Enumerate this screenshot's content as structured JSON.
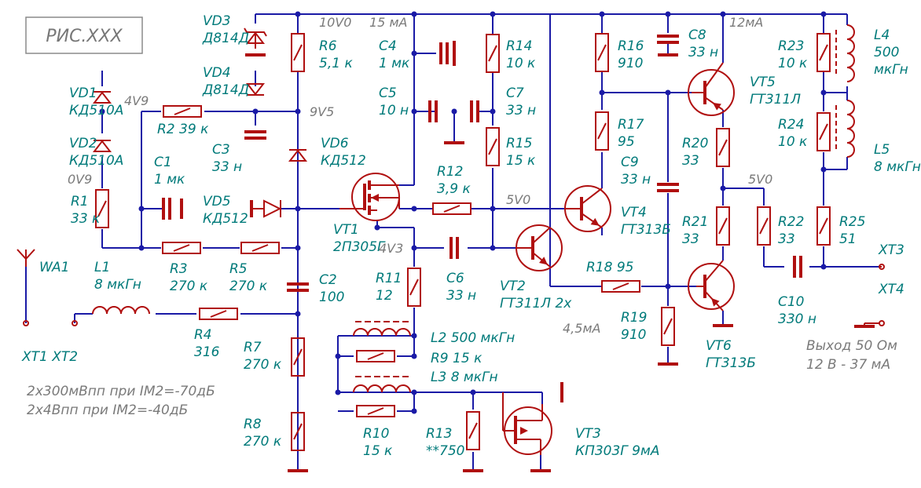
{
  "title": "РИС.XXX",
  "nets": {
    "v10": "10V0",
    "i15": "15 мА",
    "i12": "12мА",
    "v4v9": "4V9",
    "v9v5": "9V5",
    "v0v9": "0V9",
    "v5v0a": "5V0",
    "v5v0b": "5V0",
    "v4v3": "4V3",
    "i45": "4,5мА"
  },
  "labels": {
    "VD3": [
      "VD3",
      "Д814Д"
    ],
    "VD4": [
      "VD4",
      "Д814Д"
    ],
    "VD1": [
      "VD1",
      "КД510А"
    ],
    "VD2": [
      "VD2",
      "КД510А"
    ],
    "VD5": [
      "VD5",
      "КД512"
    ],
    "VD6": [
      "VD6",
      "КД512"
    ],
    "R1": [
      "R1",
      "33 к"
    ],
    "R2": [
      "R2  39 к"
    ],
    "R3": [
      "R3",
      "270 к"
    ],
    "R4": [
      "R4",
      "316"
    ],
    "R5": [
      "R5",
      "270 к"
    ],
    "R6": [
      "R6",
      "5,1 к"
    ],
    "R7": [
      "R7",
      "270 к"
    ],
    "R8": [
      "R8",
      "270 к"
    ],
    "R9": [
      "R9  15 к"
    ],
    "R10": [
      "R10",
      "15 к"
    ],
    "R11": [
      "R11",
      "12"
    ],
    "R12": [
      "R12",
      "3,9 к"
    ],
    "R13": [
      "R13",
      "**750"
    ],
    "R14": [
      "R14",
      "10 к"
    ],
    "R15": [
      "R15",
      "15 к"
    ],
    "R16": [
      "R16",
      "910"
    ],
    "R17": [
      "R17",
      "95"
    ],
    "R18": [
      "R18  95"
    ],
    "R19": [
      "R19",
      "910"
    ],
    "R20": [
      "R20",
      "33"
    ],
    "R21": [
      "R21",
      "33"
    ],
    "R22": [
      "R22",
      "33"
    ],
    "R23": [
      "R23",
      "10 к"
    ],
    "R24": [
      "R24",
      "10 к"
    ],
    "R25": [
      "R25",
      "51"
    ],
    "C1": [
      "C1",
      "1 мк"
    ],
    "C2": [
      "C2",
      "100"
    ],
    "C3": [
      "C3",
      "33 н"
    ],
    "C4": [
      "C4",
      "1 мк"
    ],
    "C5": [
      "C5",
      "10 н"
    ],
    "C6": [
      "C6",
      "33 н"
    ],
    "C7": [
      "C7",
      "33 н"
    ],
    "C8": [
      "C8",
      "33 н"
    ],
    "C9": [
      "C9",
      "33 н"
    ],
    "C10": [
      "C10",
      "330 н"
    ],
    "L1": [
      "L1",
      "8 мкГн"
    ],
    "L2": [
      "L2  500 мкГн"
    ],
    "L3": [
      "L3  8 мкГн"
    ],
    "L4": [
      "L4",
      "500",
      "мкГн"
    ],
    "L5": [
      "L5",
      "8 мкГн"
    ],
    "VT1": [
      "VT1",
      "2П305Г"
    ],
    "VT2": [
      "VT2",
      "ГТ311Л 2х"
    ],
    "VT3": [
      "VT3",
      "КП303Г 9мА"
    ],
    "VT4": [
      "VT4",
      "ГТ313Б"
    ],
    "VT5": [
      "VT5",
      "ГТ311Л"
    ],
    "VT6": [
      "VT6",
      "ГТ313Б"
    ],
    "WA1": [
      "WA1"
    ],
    "XT1XT2": [
      "XT1  XT2"
    ],
    "XT3": [
      "XT3"
    ],
    "XT4": [
      "XT4"
    ]
  },
  "notes": {
    "imd1": "2х300мВпп при IM2=-70дБ",
    "imd2": "2х4Впп при IM2=-40дБ",
    "out1": "Выход 50 Ом",
    "out2": "12 В - 37 мА"
  },
  "colors": {
    "wire": "#1a1aa6",
    "component": "#b01010",
    "label": "#007a7a",
    "note": "#7a7a7a"
  }
}
